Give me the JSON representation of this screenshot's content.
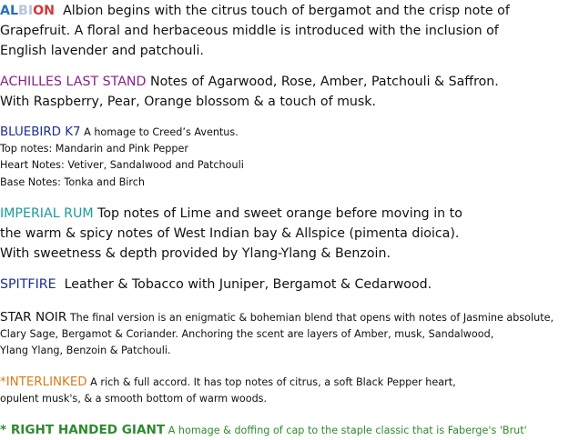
{
  "entries": [
    {
      "id": "albion",
      "name_parts": [
        {
          "text": "AL",
          "color": "#2a6ebb"
        },
        {
          "text": "BI",
          "color": "#b8c4d8"
        },
        {
          "text": "ON",
          "color": "#d23a3a"
        }
      ],
      "lines": [
        "Albion begins with the citrus touch of bergamot and the crisp note of",
        "Grapefruit. A floral and herbaceous middle is introduced with the inclusion of",
        "English lavender and patchouli."
      ]
    },
    {
      "id": "achilles",
      "name": "ACHILLES LAST STAND",
      "name_color": "#8a1f8a",
      "lines": [
        "Notes of Agarwood, Rose, Amber, Patchouli & Saffron.",
        "With Raspberry, Pear, Orange blossom & a touch of musk."
      ]
    },
    {
      "id": "bluebird",
      "name": "BLUEBIRD K7",
      "name_color": "#1c2f8f",
      "lines": [
        "A homage to Creed’s Aventus.",
        "Top notes: Mandarin and Pink Pepper",
        "Heart Notes: Vetiver, Sandalwood and Patchouli",
        "Base Notes: Tonka and Birch"
      ]
    },
    {
      "id": "imperial",
      "name": "IMPERIAL RUM",
      "name_color": "#1a9a9a",
      "lines": [
        "Top notes of Lime and sweet orange before moving in to",
        "the warm & spicy notes of West Indian bay & Allspice (pimenta dioica).",
        "With sweetness & depth provided by Ylang-Ylang & Benzoin."
      ]
    },
    {
      "id": "spitfire",
      "name": "SPITFIRE",
      "name_color": "#1c2f8f",
      "lines": [
        "Leather & Tobacco with Juniper, Bergamot & Cedarwood."
      ]
    },
    {
      "id": "starnoir",
      "name": "STAR NOIR",
      "name_color": "#111111",
      "lines": [
        "The final version is an enigmatic & bohemian blend that opens with notes of Jasmine absolute,",
        "Clary Sage, Bergamot & Coriander. Anchoring the scent are layers of Amber, musk, Sandalwood,",
        "Ylang Ylang, Benzoin & Patchouli."
      ]
    },
    {
      "id": "interlinked",
      "name": "*INTERLINKED",
      "name_color": "#d97a1a",
      "lines": [
        "A rich & full accord. It has top notes of citrus, a soft Black Pepper heart,",
        "opulent musk's, & a smooth bottom of warm woods."
      ]
    },
    {
      "id": "righthanded",
      "name": "* RIGHT HANDED GIANT",
      "name_color": "#2e8b2e",
      "lines": [
        "A homage & doffing of cap to the staple classic that is Faberge's 'Brut'"
      ]
    }
  ]
}
